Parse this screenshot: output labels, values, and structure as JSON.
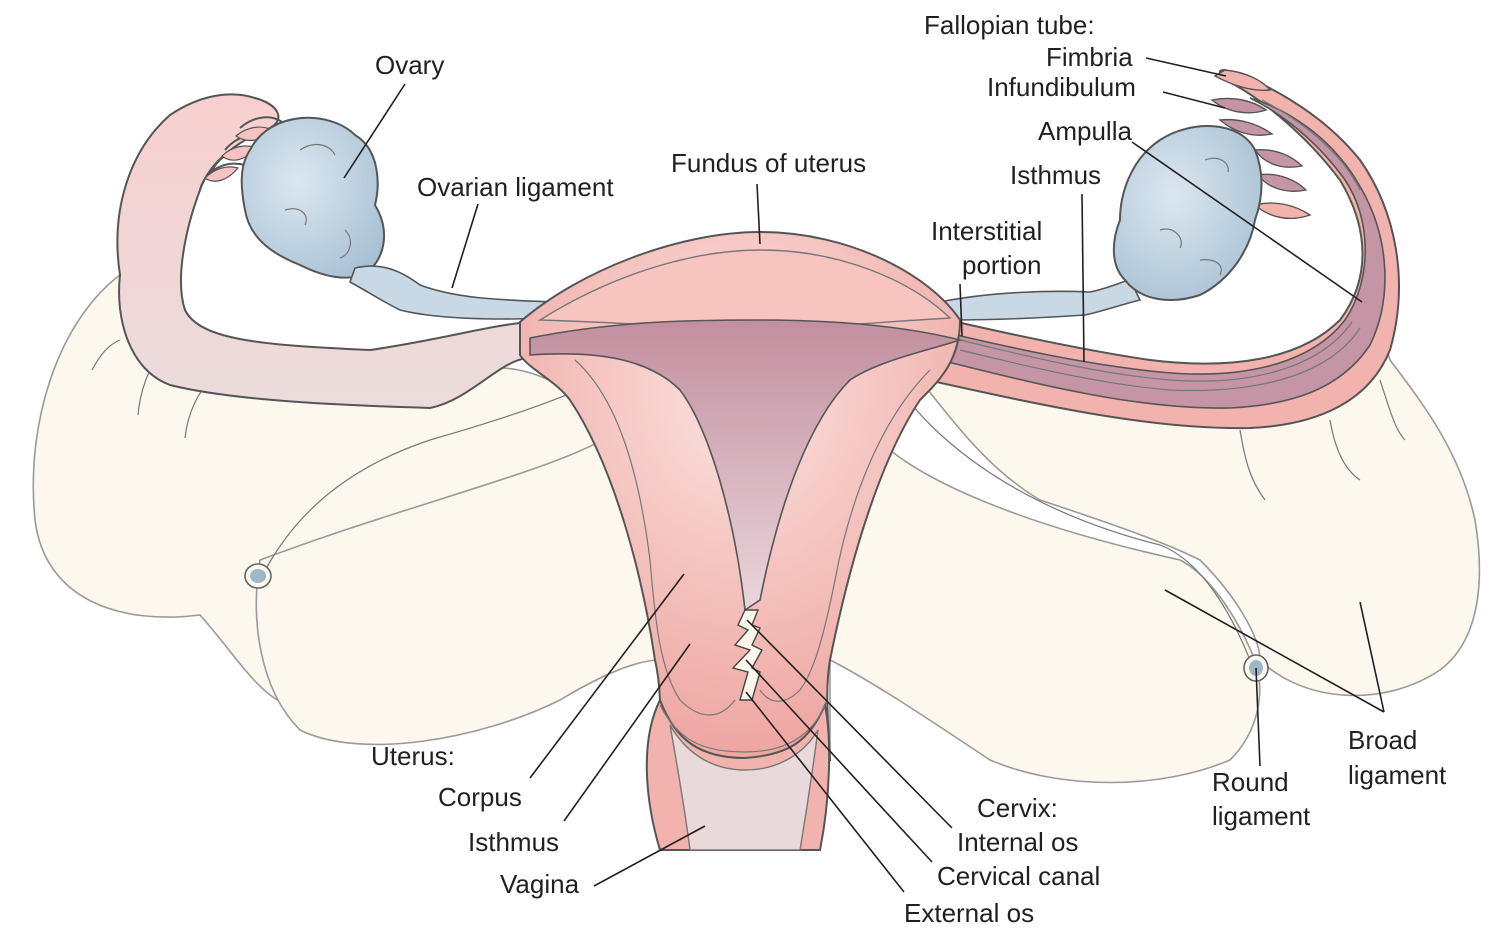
{
  "figure": "Female reproductive anatomy: uterus, fallopian tubes, ovaries",
  "colors": {
    "broad_ligament": "#fdf8ee",
    "uterus_wall": "#f2b3ae",
    "uterus_light": "#f9d2cd",
    "cavity": "#c79aa8",
    "ovary": "#c6d8e6",
    "tube_left": "#efe0e2",
    "vessel": "#9fb6c9",
    "outline": "#555555"
  },
  "labels": {
    "fallopian_tube_heading": "Fallopian tube:",
    "fimbria": "Fimbria",
    "infundibulum": "Infundibulum",
    "ampulla": "Ampulla",
    "isthmus_tube": "Isthmus",
    "interstitial_1": "Interstitial",
    "interstitial_2": "portion",
    "ovary": "Ovary",
    "ovarian_ligament": "Ovarian ligament",
    "fundus": "Fundus of uterus",
    "uterus_heading": "Uterus:",
    "corpus": "Corpus",
    "isthmus_uterus": "Isthmus",
    "vagina": "Vagina",
    "cervix_heading": "Cervix:",
    "internal_os": "Internal os",
    "cervical_canal": "Cervical canal",
    "external_os": "External os",
    "round_ligament_1": "Round",
    "round_ligament_2": "ligament",
    "broad_ligament_1": "Broad",
    "broad_ligament_2": "ligament"
  }
}
